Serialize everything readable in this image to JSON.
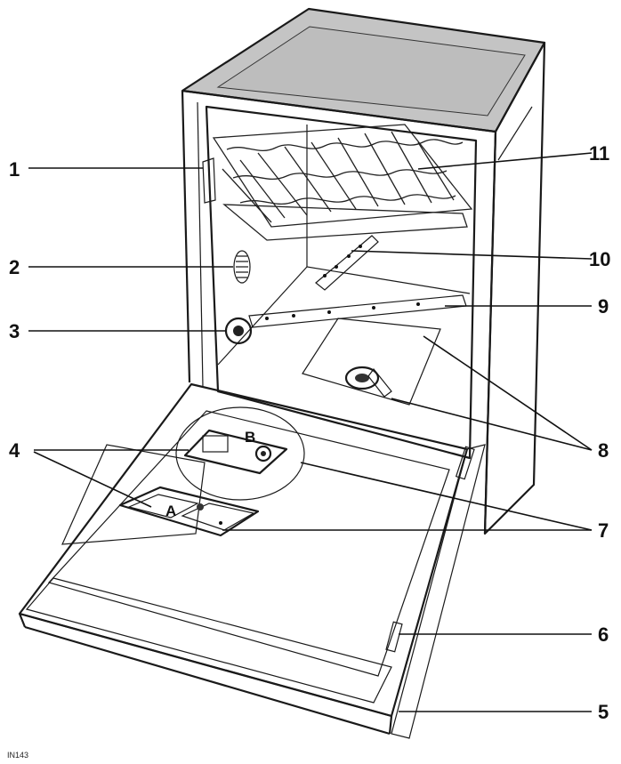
{
  "figure": {
    "callouts": [
      "1",
      "2",
      "3",
      "4",
      "5",
      "6",
      "7",
      "8",
      "9",
      "10",
      "11"
    ],
    "sub_labels": [
      "A",
      "B"
    ],
    "code": "IN143"
  }
}
